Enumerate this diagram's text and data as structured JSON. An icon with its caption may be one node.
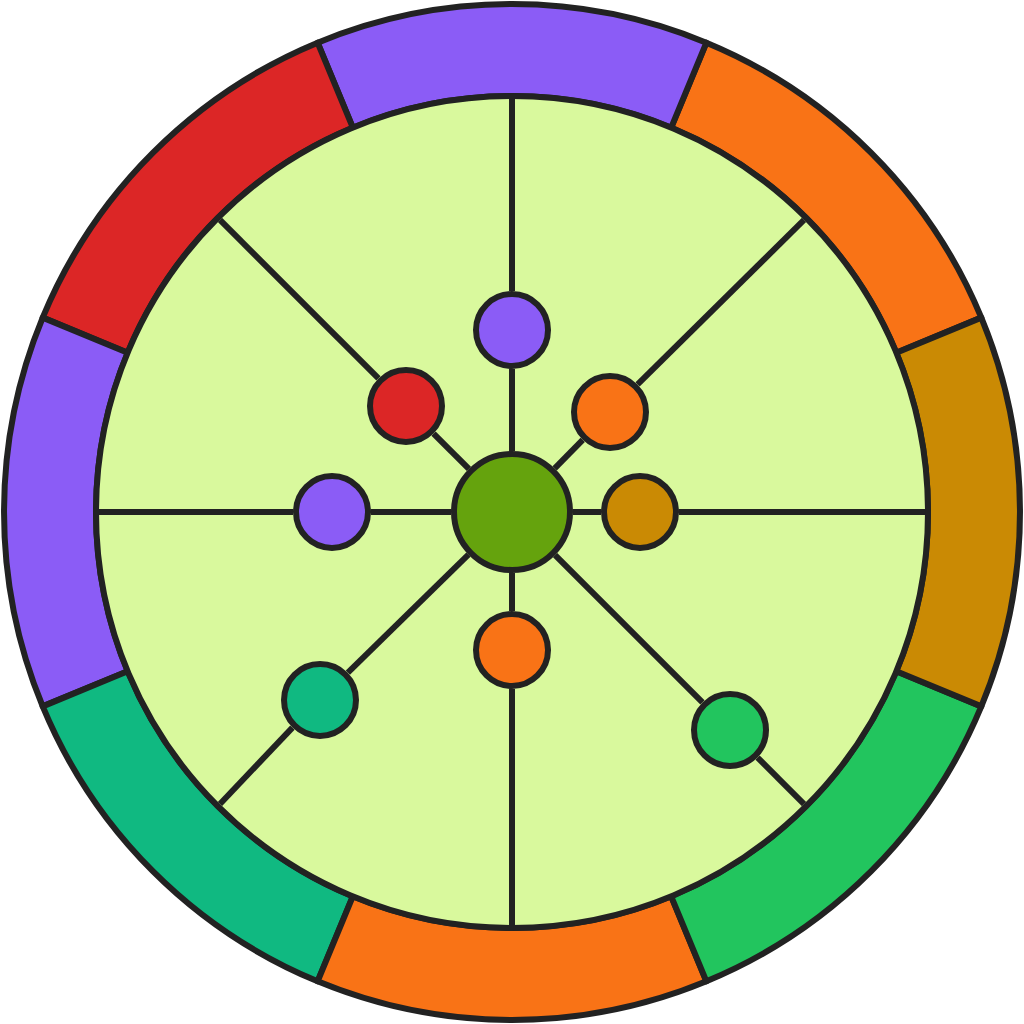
{
  "diagram": {
    "nodes": [
      {
        "text": [],
        "shape": "circle"
      },
      {
        "text": [],
        "shape": "circle"
      },
      {
        "text": [],
        "shape": "circle"
      },
      {
        "text": [],
        "shape": "circle"
      },
      {
        "text": [],
        "shape": "circle"
      },
      {
        "text": [],
        "shape": "circle"
      },
      {
        "text": [],
        "shape": "circle"
      },
      {
        "text": [],
        "shape": "circle"
      },
      {
        "text": [],
        "shape": "circle"
      }
    ],
    "edges": [
      {
        "from": 4,
        "to": 0,
        "arrow": "none"
      },
      {
        "from": 4,
        "to": 1,
        "arrow": "none"
      },
      {
        "from": 4,
        "to": 2,
        "arrow": "none"
      },
      {
        "from": 4,
        "to": 3,
        "arrow": "none"
      },
      {
        "from": 4,
        "to": 5,
        "arrow": "none"
      },
      {
        "from": 4,
        "to": 6,
        "arrow": "none"
      },
      {
        "from": 4,
        "to": 7,
        "arrow": "none"
      },
      {
        "from": 4,
        "to": 8,
        "arrow": "none"
      }
    ]
  }
}
